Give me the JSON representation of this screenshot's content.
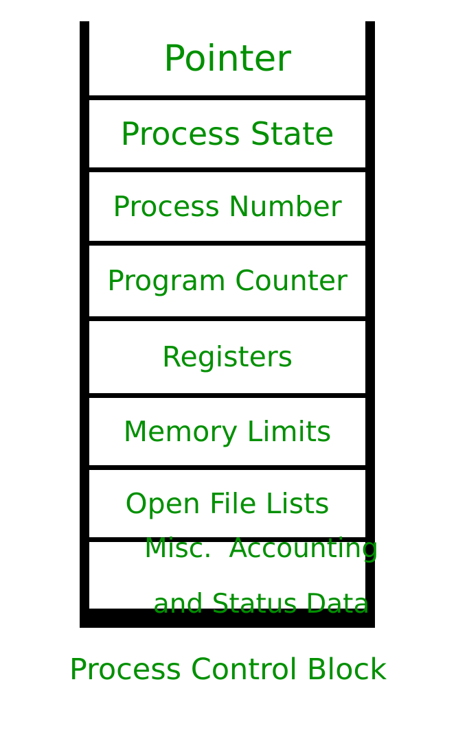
{
  "figure": {
    "title": "Process Control Block",
    "accent_color": "#009000",
    "frame_color": "#000000",
    "cell_background": "#ffffff",
    "caption": "Process Control Block",
    "fields": [
      {
        "label": "Pointer"
      },
      {
        "label": "Process State"
      },
      {
        "label": "Process Number"
      },
      {
        "label": "Program Counter"
      },
      {
        "label": "Registers"
      },
      {
        "label": "Memory Limits"
      },
      {
        "label": "Open File Lists"
      },
      {
        "label": "Misc.  Accounting",
        "label_line2": "and Status Data"
      }
    ]
  }
}
